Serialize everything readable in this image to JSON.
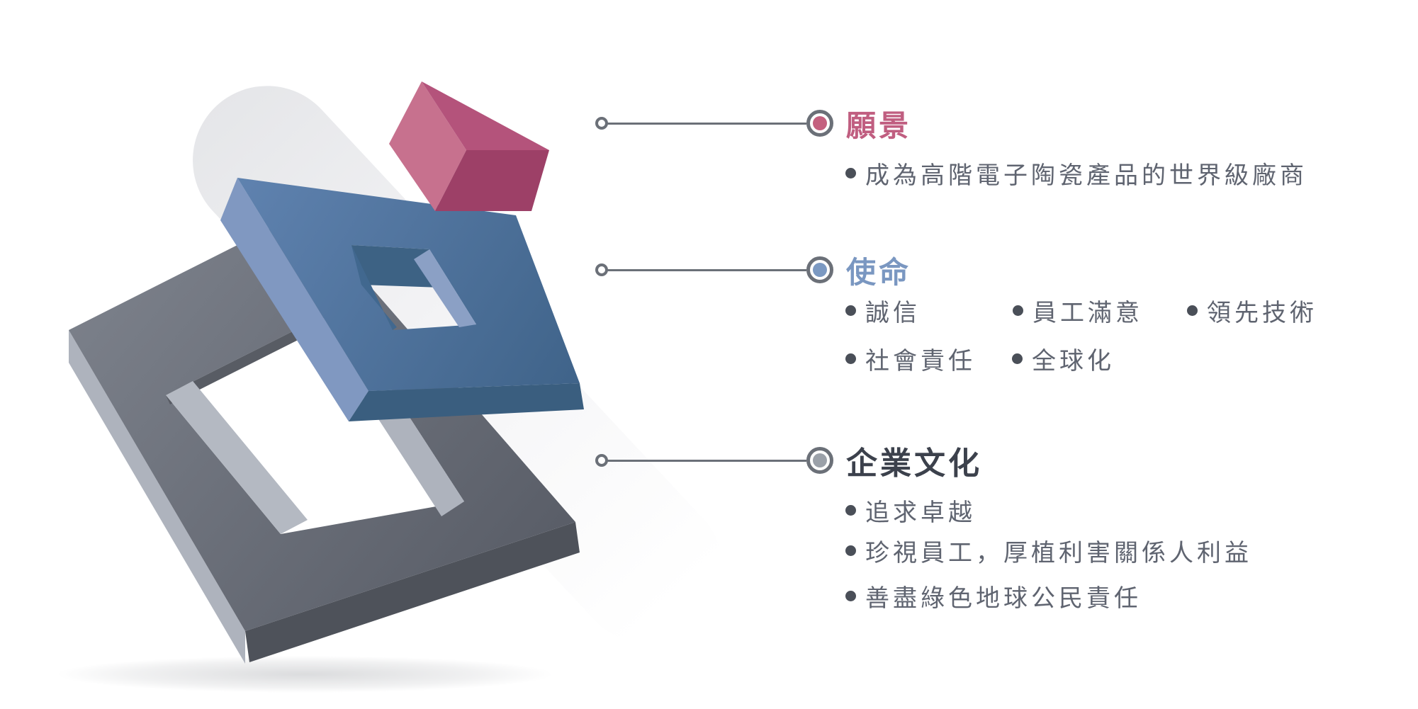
{
  "sections": [
    {
      "id": "vision",
      "title": "願景",
      "title_color": "#c05e80",
      "dot_color": "#c4607f",
      "items": [
        "成為高階電子陶瓷產品的世界級廠商"
      ]
    },
    {
      "id": "mission",
      "title": "使命",
      "title_color": "#7a97c1",
      "dot_color": "#7b99c2",
      "items": [
        "誠信",
        "員工滿意",
        "領先技術",
        "社會責任",
        "全球化"
      ]
    },
    {
      "id": "culture",
      "title": "企業文化",
      "title_color": "#3c414c",
      "dot_color": "#9ba1a9",
      "items": [
        "追求卓越",
        "珍視員工，厚植利害關係人利益",
        "善盡綠色地球公民責任"
      ]
    }
  ],
  "callout": {
    "line_color": "#6b7078",
    "bullet_color": "#4a4f58",
    "text_color": "#5f6470"
  },
  "illustration": {
    "colors": {
      "gray_bevel_left": "#aeb3bd",
      "gray_bevel_bottom": "#4e525a",
      "gray_wall_sw": "#b4b9c2",
      "gray_wall_ne": "#aeb3bd",
      "gray_rim_nw": "#585c64",
      "blue_bevel_left": "#8098c1",
      "blue_bevel_bottom": "#3a5e7f",
      "blue_wall_top": "#3d6284",
      "blue_wall_left": "#41688f",
      "blue_wall_right": "#8ba0c5",
      "cube_left": "#c7718e",
      "cube_top": "#b4537b",
      "cube_right": "#9d4067"
    }
  }
}
